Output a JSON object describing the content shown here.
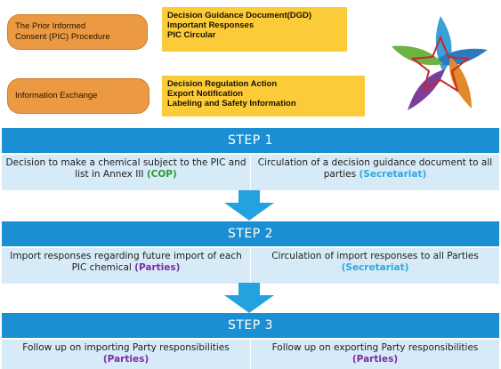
{
  "procedures": [
    {
      "label": "The Prior Informed\nConsent (PIC) Procedure",
      "details": [
        "Decision Guidance Document(DGD)",
        "Important Responses",
        "PIC Circular"
      ]
    },
    {
      "label": "Information Exchange",
      "details": [
        "Decision Regulation Action",
        "Export Notification",
        "Labeling and Safety Information"
      ]
    }
  ],
  "logo_icon": "rotterdam-convention-star-logo",
  "colors": {
    "procedure_pill": "#eb9a43",
    "detail_box": "#fbcb3a",
    "step_header": "#1a8fd3",
    "step_body": "#d6ebf7",
    "arrow": "#22a3e0",
    "parties": "#7b2da6",
    "secretariat": "#2fa8e0",
    "cop": "#2c9a36"
  },
  "steps": [
    {
      "title": "STEP 1",
      "left": {
        "text": "Decision to make a chemical subject to the PIC and list in Annex III",
        "actor": "(COP)"
      },
      "right": {
        "text": "Circulation of a decision guidance document to all parties",
        "actor": "(Secretariat)"
      }
    },
    {
      "title": "STEP 2",
      "left": {
        "text": "Import responses regarding future import of each PIC chemical",
        "actor": "(Parties)"
      },
      "right": {
        "text": "Circulation of import responses to all Parties",
        "actor": "(Secretariat)"
      }
    },
    {
      "title": "STEP 3",
      "left": {
        "text": "Follow up on importing Party responsibilities",
        "actor": "(Parties)"
      },
      "right": {
        "text": "Follow up on exporting Party responsibilities",
        "actor": "(Parties)"
      }
    }
  ]
}
